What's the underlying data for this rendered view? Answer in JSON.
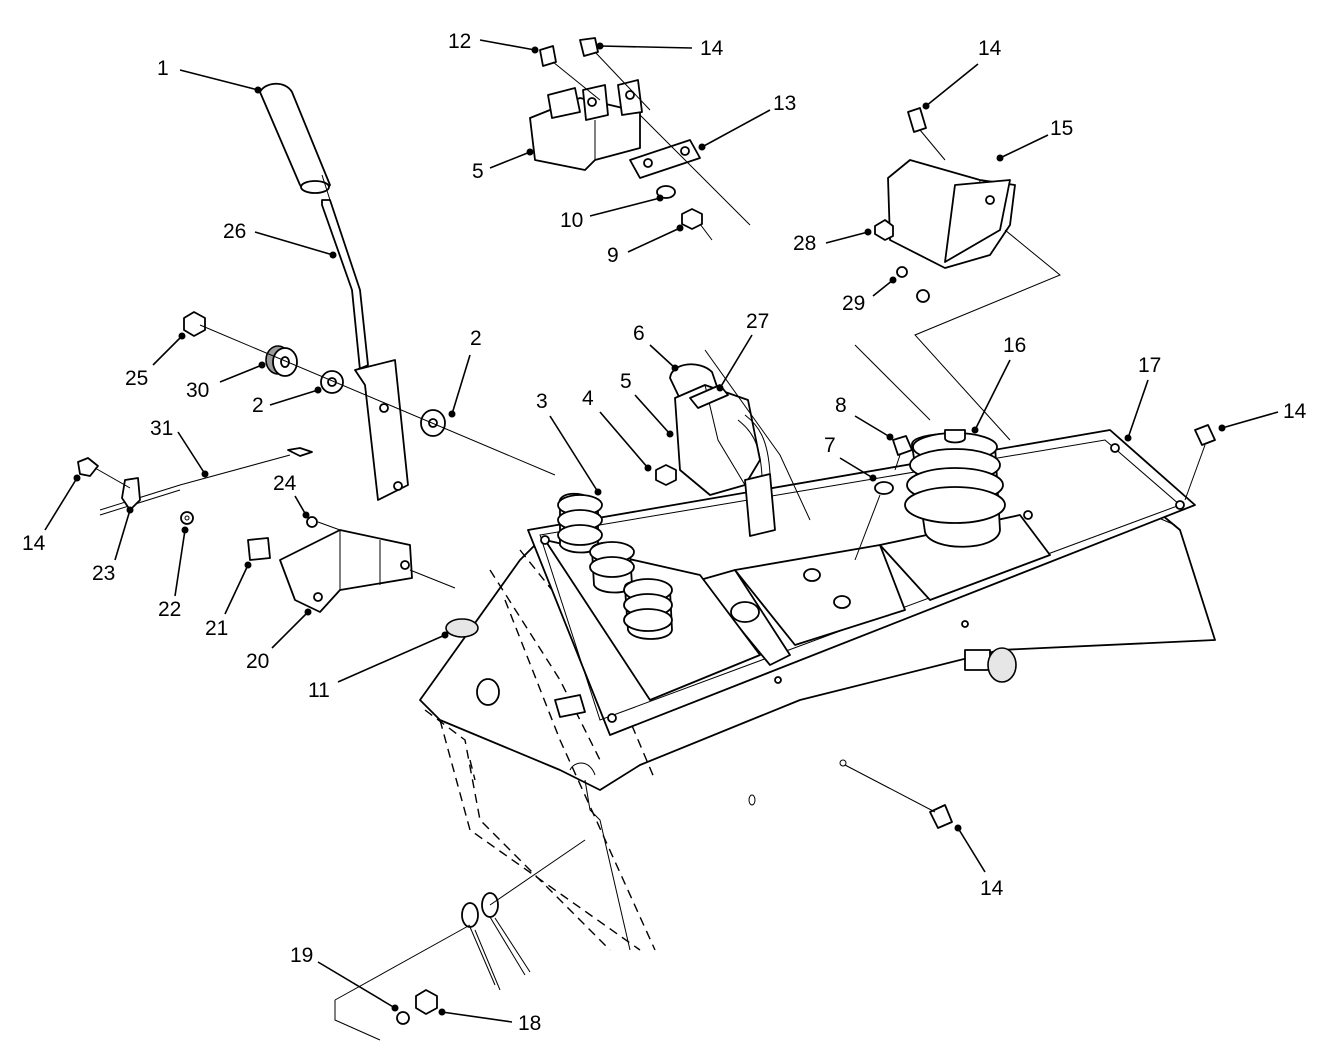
{
  "diagram": {
    "callouts": [
      {
        "id": "c1",
        "label": "1"
      },
      {
        "id": "c26",
        "label": "26"
      },
      {
        "id": "c25",
        "label": "25"
      },
      {
        "id": "c30",
        "label": "30"
      },
      {
        "id": "c2a",
        "label": "2"
      },
      {
        "id": "c2b",
        "label": "2"
      },
      {
        "id": "c31",
        "label": "31"
      },
      {
        "id": "c14a",
        "label": "14"
      },
      {
        "id": "c23",
        "label": "23"
      },
      {
        "id": "c22",
        "label": "22"
      },
      {
        "id": "c24",
        "label": "24"
      },
      {
        "id": "c21",
        "label": "21"
      },
      {
        "id": "c20",
        "label": "20"
      },
      {
        "id": "c11",
        "label": "11"
      },
      {
        "id": "c12",
        "label": "12"
      },
      {
        "id": "c14b",
        "label": "14"
      },
      {
        "id": "c13",
        "label": "13"
      },
      {
        "id": "c5a",
        "label": "5"
      },
      {
        "id": "c10",
        "label": "10"
      },
      {
        "id": "c9",
        "label": "9"
      },
      {
        "id": "c6",
        "label": "6"
      },
      {
        "id": "c27",
        "label": "27"
      },
      {
        "id": "c5b",
        "label": "5"
      },
      {
        "id": "c4",
        "label": "4"
      },
      {
        "id": "c3",
        "label": "3"
      },
      {
        "id": "c14c",
        "label": "14"
      },
      {
        "id": "c15",
        "label": "15"
      },
      {
        "id": "c28",
        "label": "28"
      },
      {
        "id": "c29",
        "label": "29"
      },
      {
        "id": "c16",
        "label": "16"
      },
      {
        "id": "c17",
        "label": "17"
      },
      {
        "id": "c8",
        "label": "8"
      },
      {
        "id": "c7",
        "label": "7"
      },
      {
        "id": "c14d",
        "label": "14"
      },
      {
        "id": "c14e",
        "label": "14"
      },
      {
        "id": "c19",
        "label": "19"
      },
      {
        "id": "c18",
        "label": "18"
      }
    ]
  }
}
